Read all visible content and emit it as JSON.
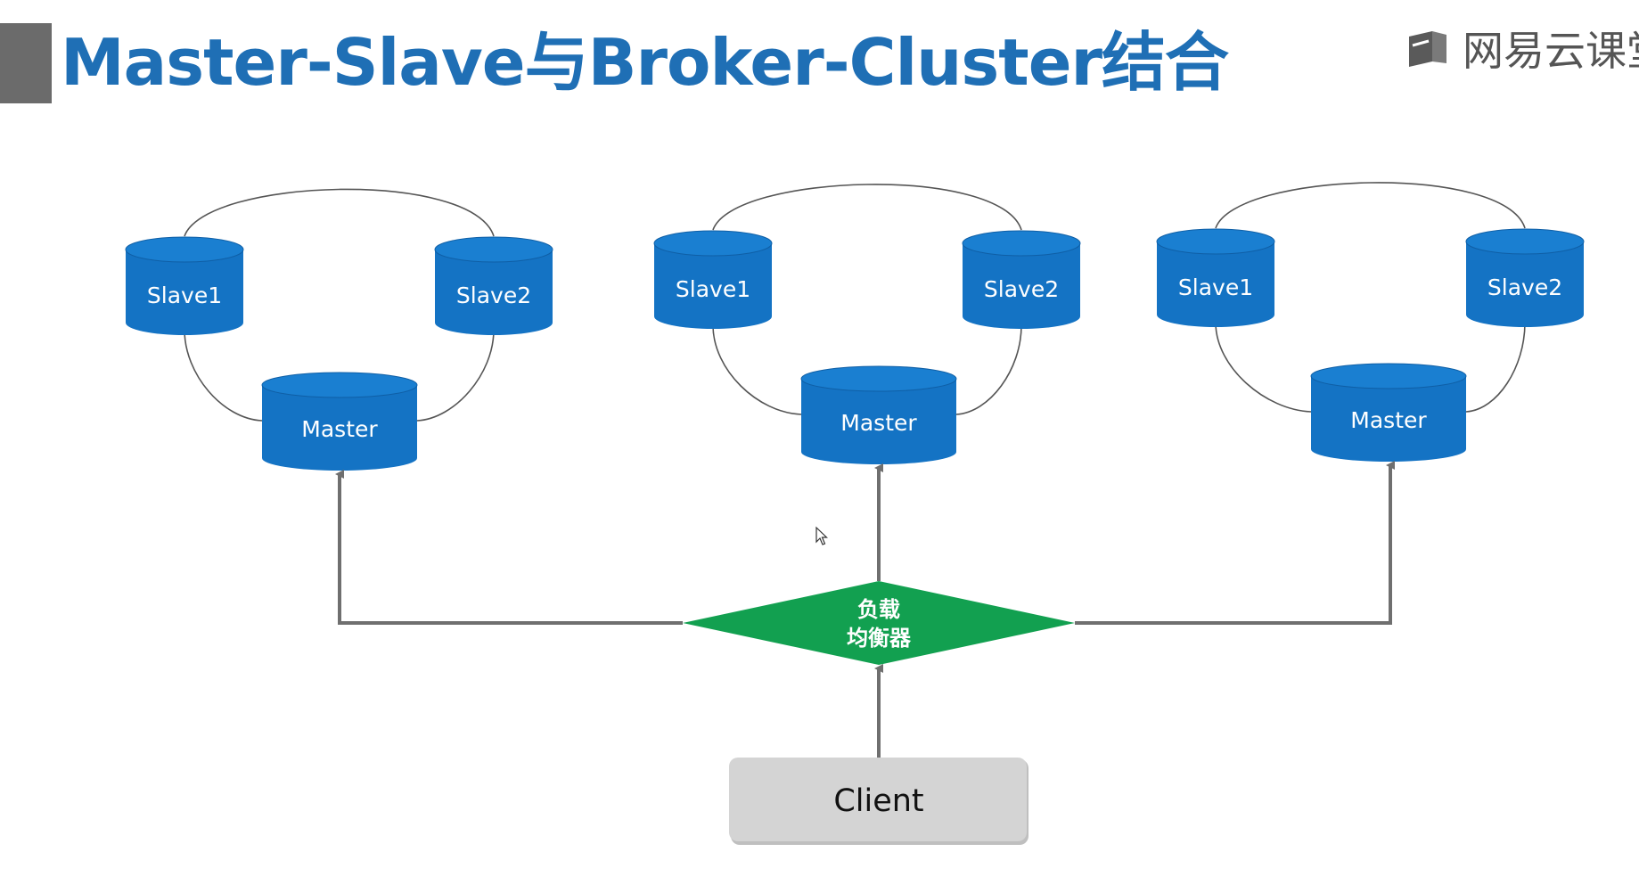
{
  "header": {
    "title": "Master-Slave与Broker-Cluster结合",
    "brand": "网易云课堂"
  },
  "diagram": {
    "clusters": [
      {
        "slave1": "Slave1",
        "slave2": "Slave2",
        "master": "Master"
      },
      {
        "slave1": "Slave1",
        "slave2": "Slave2",
        "master": "Master"
      },
      {
        "slave1": "Slave1",
        "slave2": "Slave2",
        "master": "Master"
      }
    ],
    "load_balancer": {
      "line1": "负载",
      "line2": "均衡器"
    },
    "client": "Client"
  },
  "colors": {
    "title": "#1f6fb5",
    "cylinder": "#1473c4",
    "cylinder_top": "#1a7fd1",
    "load_balancer": "#12a050",
    "client_box": "#d4d4d4",
    "arrow": "#6f6f6f"
  }
}
